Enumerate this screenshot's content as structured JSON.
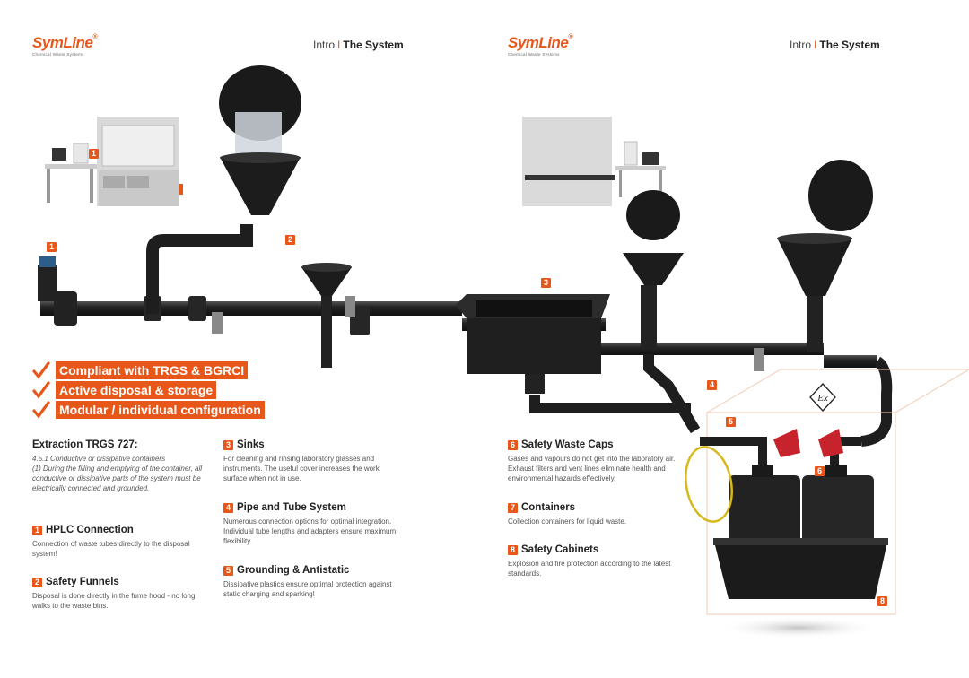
{
  "brand": {
    "name_a": "Sym",
    "name_b": "Line",
    "mark": "®",
    "sub": "Chemical Waste Systems"
  },
  "header": {
    "intro": "Intro",
    "separator": "I",
    "title": "The System"
  },
  "claims": [
    "Compliant with TRGS & BGRCI",
    "Active disposal & storage",
    "Modular / individual configuration"
  ],
  "extraction": {
    "title": "Extraction TRGS 727:",
    "line1": "4.5.1 Conductive or dissipative containers",
    "line2": "(1) During the filling and emptying of the container, all conductive or dissipative parts of the system must be electrically connected and grounded."
  },
  "sections": [
    {
      "num": "1",
      "title": "HPLC Connection",
      "text": "Connection of waste tubes directly to the disposal system!"
    },
    {
      "num": "2",
      "title": "Safety Funnels",
      "text": "Disposal is done directly in the fume hood - no long walks to the waste bins."
    },
    {
      "num": "3",
      "title": "Sinks",
      "text": "For cleaning and rinsing laboratory glasses and instruments. The useful cover increases the work surface when not in use."
    },
    {
      "num": "4",
      "title": "Pipe and Tube System",
      "text": "Numerous connection options for optimal integration. Individual tube lengths and adapters ensure maximum flexibility."
    },
    {
      "num": "5",
      "title": "Grounding & Antistatic",
      "text": "Dissipative plastics ensure optimal protection against static charging and sparking!"
    },
    {
      "num": "6",
      "title": "Safety Waste Caps",
      "text": "Gases and vapours do not get into the laboratory air. Exhaust filters and vent lines eliminate health and environmental hazards effectively."
    },
    {
      "num": "7",
      "title": "Containers",
      "text": "Collection containers for liquid waste."
    },
    {
      "num": "8",
      "title": "Safety Cabinets",
      "text": "Explosion and fire protection according to the latest standards."
    }
  ],
  "callouts": [
    "1",
    "1",
    "2",
    "3",
    "4",
    "5",
    "6",
    "8"
  ],
  "ex_mark": "Ex",
  "colors": {
    "accent": "#e8571a",
    "pipe": "#2a2a2a",
    "grounding_wire": "#d8b81a"
  }
}
